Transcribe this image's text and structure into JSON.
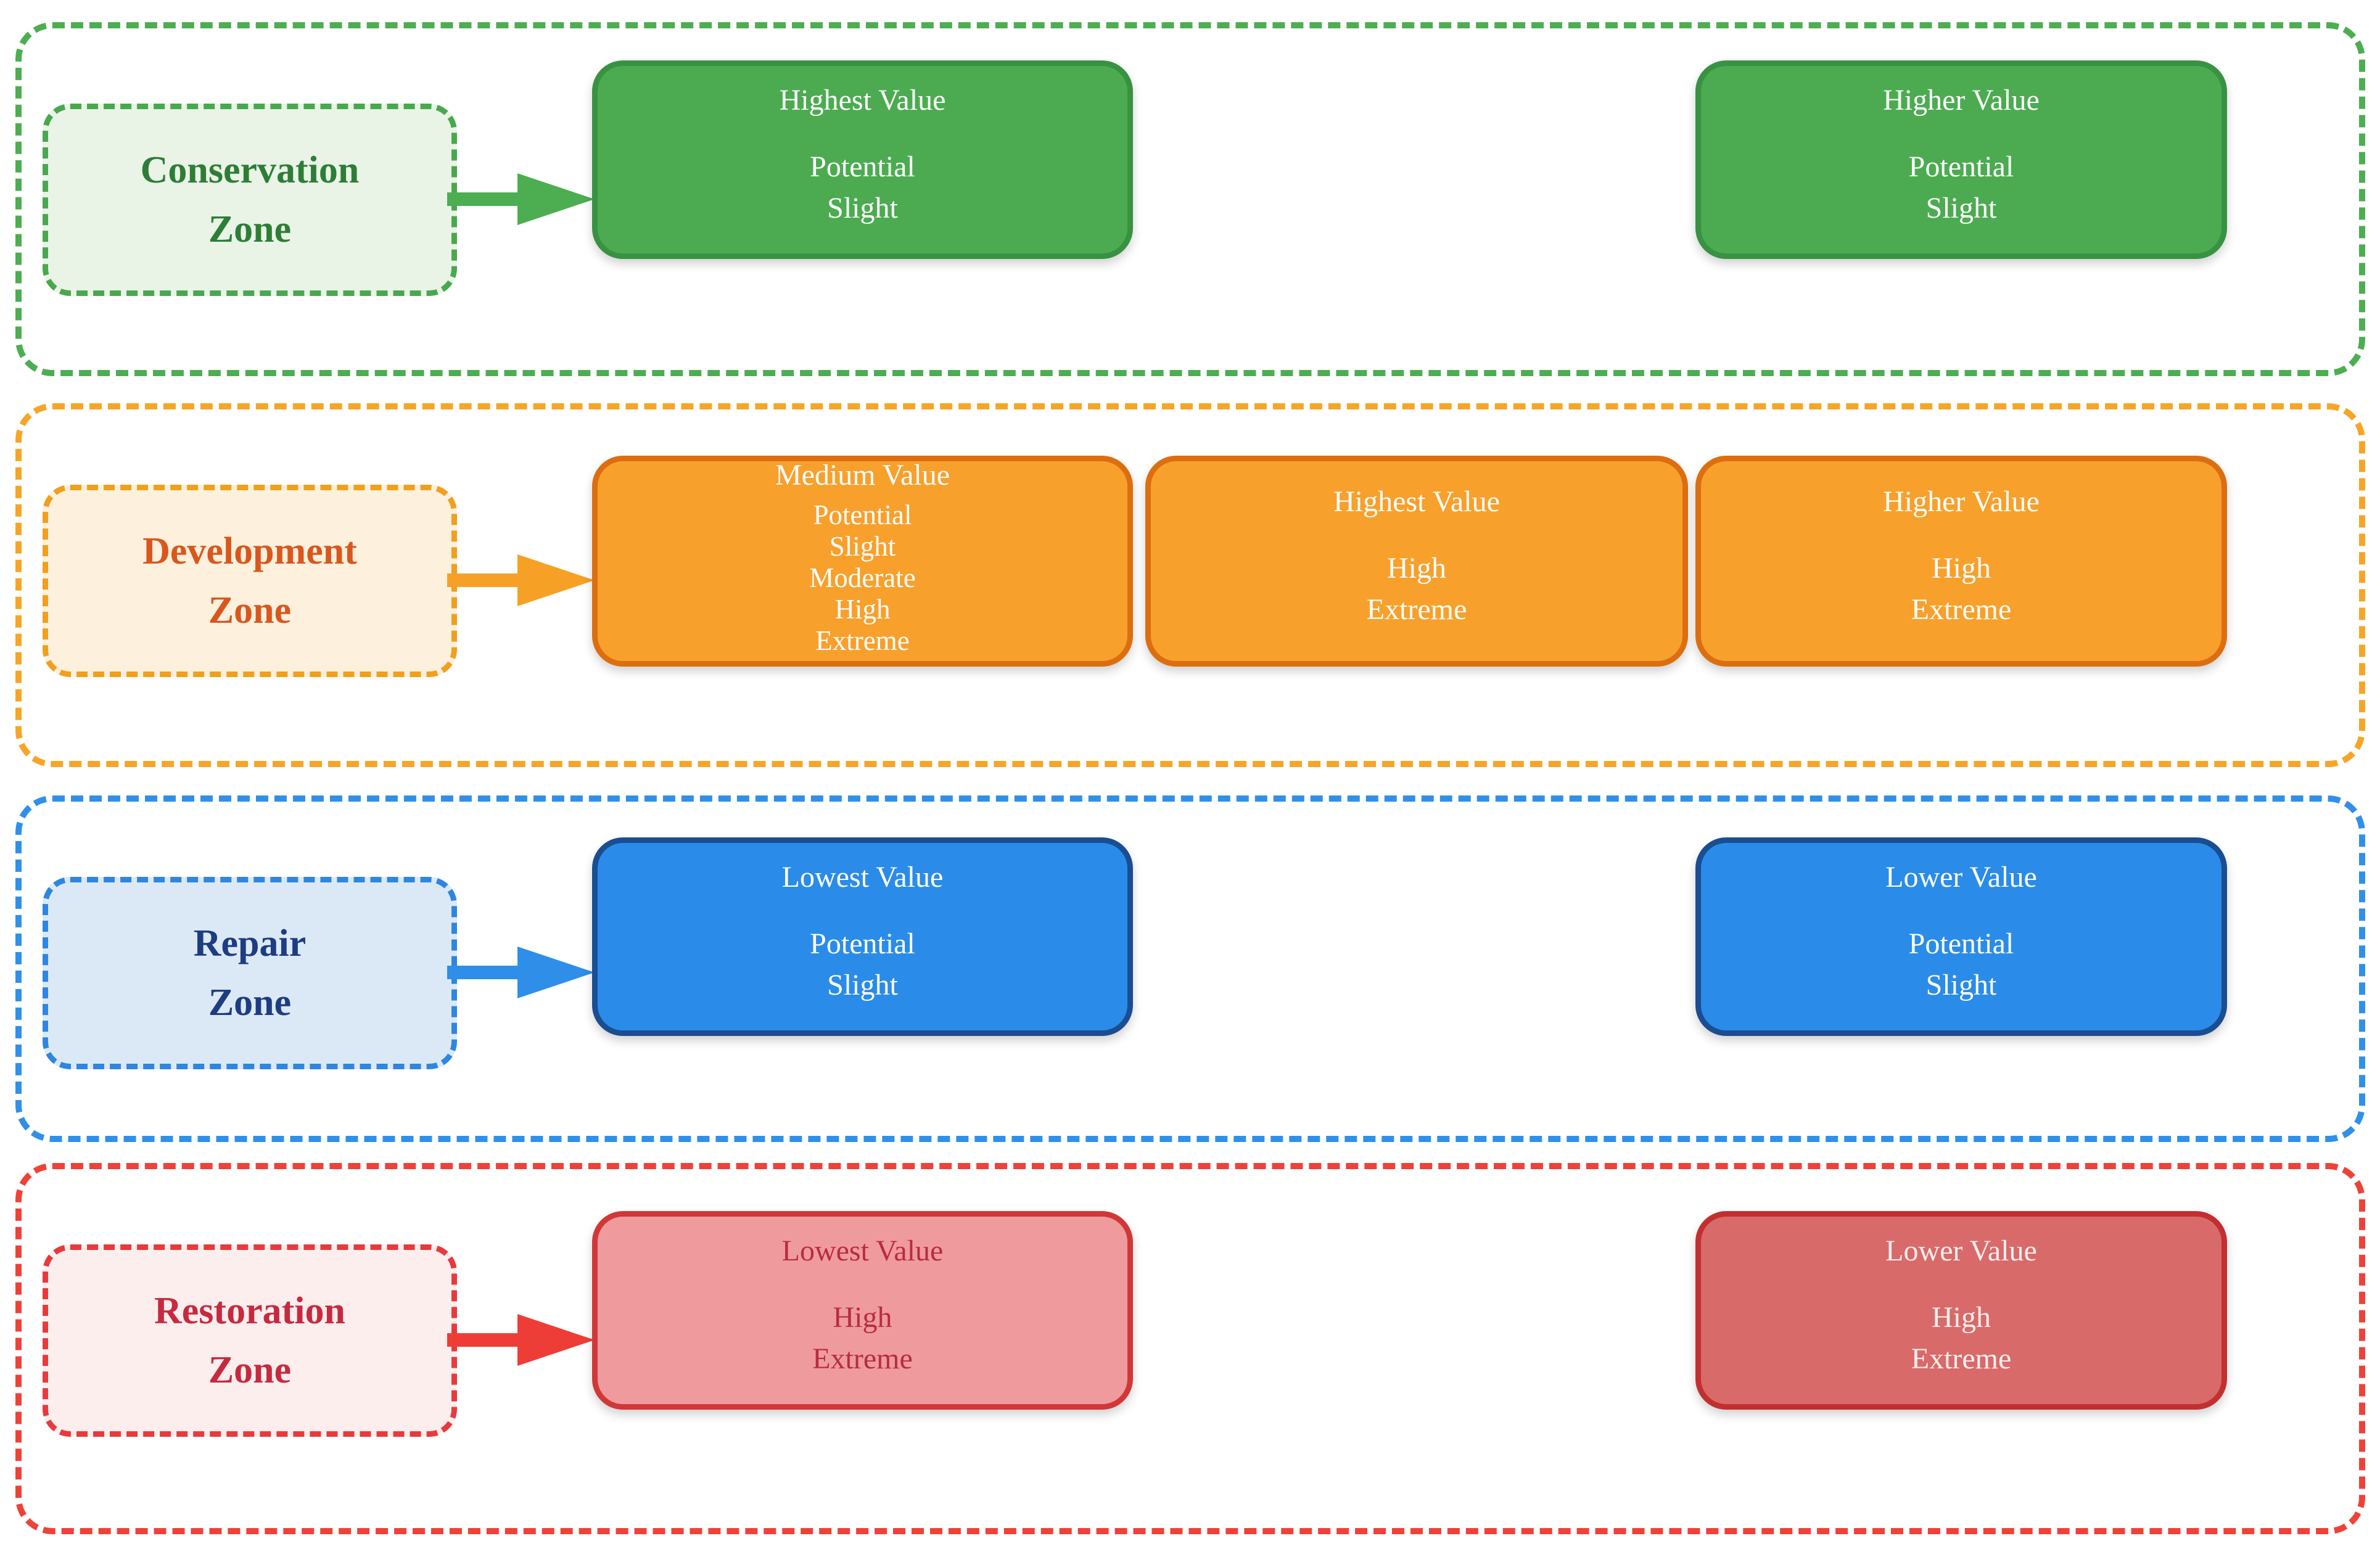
{
  "figure": {
    "zones": [
      {
        "label": {
          "line1": "Conservation",
          "line2": "Zone"
        },
        "colors": {
          "dash": "#4cae51",
          "label_bg": "#e9f3e6",
          "label_border": "#49a84e",
          "label_text": "#2e7d37",
          "arrow": "#4cae51",
          "box_bg": "#4cab51",
          "box_border": "#389241",
          "box_text": "#ffffff"
        },
        "boxes": [
          {
            "title": "Highest Value",
            "values": [
              "Potential",
              "Slight"
            ]
          },
          {
            "title": "Higher Value",
            "values": [
              "Potential",
              "Slight"
            ]
          }
        ]
      },
      {
        "label": {
          "line1": "Development",
          "line2": "Zone"
        },
        "colors": {
          "dash": "#f6a528",
          "label_bg": "#fdf0dd",
          "label_border": "#f09f1e",
          "label_text": "#d9571d",
          "arrow": "#f6a125",
          "box_bg": "#f8a02c",
          "box_border": "#dc6e10",
          "box_text": "#ffffff"
        },
        "boxes": [
          {
            "title": "Medium Value",
            "values": [
              "Potential",
              "Slight",
              "Moderate",
              "High",
              "Extreme"
            ]
          },
          {
            "title": "Highest Value",
            "values": [
              "High",
              "Extreme"
            ]
          },
          {
            "title": "Higher Value",
            "values": [
              "High",
              "Extreme"
            ]
          }
        ]
      },
      {
        "label": {
          "line1": "Repair",
          "line2": "Zone"
        },
        "colors": {
          "dash": "#3090e9",
          "label_bg": "#dbe9f6",
          "label_border": "#2e86e0",
          "label_text": "#1d3c82",
          "arrow": "#2e8ee8",
          "box_bg": "#2a8ce8",
          "box_border": "#1a4d92",
          "box_text": "#ffffff"
        },
        "boxes": [
          {
            "title": "Lowest Value",
            "values": [
              "Potential",
              "Slight"
            ]
          },
          {
            "title": "Lower Value",
            "values": [
              "Potential",
              "Slight"
            ]
          }
        ]
      },
      {
        "label": {
          "line1": "Restoration",
          "line2": "Zone"
        },
        "colors": {
          "dash": "#ee4238",
          "label_bg": "#fdeeee",
          "label_border": "#e73a3d",
          "label_text": "#c62a3e",
          "arrow": "#ee3d36",
          "box_bg": "#d96a6a",
          "box_border": "#c32f2f",
          "box_text": "#fbeeee"
        },
        "boxes": [
          {
            "title": "Lowest Value",
            "values": [
              "High",
              "Extreme"
            ],
            "bg": "#ef9b9d",
            "border": "#d23737",
            "text": "#b82c3f"
          },
          {
            "title": "Lower Value",
            "values": [
              "High",
              "Extreme"
            ]
          }
        ]
      }
    ]
  }
}
